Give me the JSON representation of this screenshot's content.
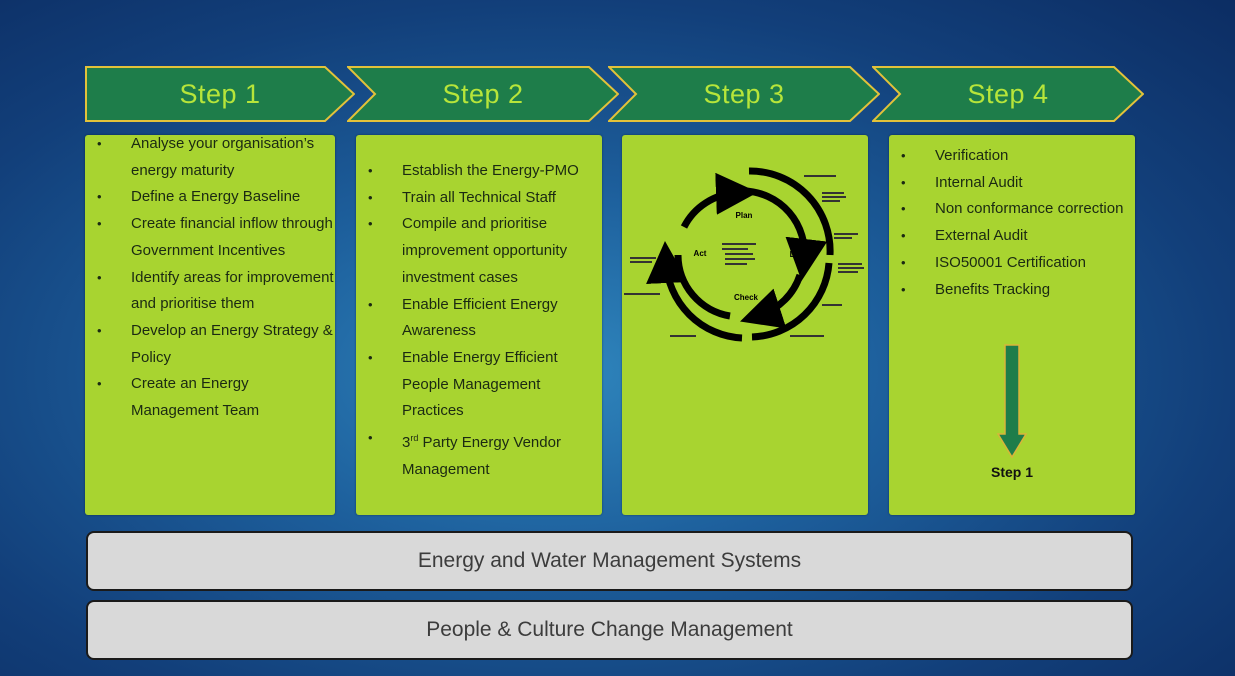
{
  "steps": [
    {
      "title": "Step 1",
      "items": [
        "Analyse your organisation’s energy maturity",
        "Define a Energy Baseline",
        "Create financial inflow through Government Incentives",
        "Identify areas for improvement and prioritise them",
        "Develop an Energy Strategy & Policy",
        "Create an Energy Management Team"
      ]
    },
    {
      "title": "Step 2",
      "items": [
        "Establish the Energy-PMO",
        "Train all Technical Staff",
        "Compile and prioritise improvement opportunity investment cases",
        "Enable Efficient Energy Awareness",
        "Enable Energy Efficient People Management Practices",
        "Management"
      ],
      "item6_sup_prefix": "3",
      "item6_sup": "rd",
      "item6_rest": " Party Energy Vendor"
    },
    {
      "title": "Step 3",
      "cycle": {
        "plan": "Plan",
        "do": "Do",
        "check": "Check",
        "act": "Act"
      }
    },
    {
      "title": "Step 4",
      "items": [
        "Verification",
        "Internal Audit",
        "Non conformance correction",
        "External Audit",
        "ISO50001 Certification",
        "Benefits Tracking"
      ],
      "arrow_label": "Step 1"
    }
  ],
  "bars": [
    "Energy and Water Management Systems",
    "People & Culture Change Management"
  ],
  "bullet": "•",
  "colors": {
    "chevron_fill": "#1e7d4a",
    "chevron_border": "#e3c23a",
    "panel": "#a8d430",
    "arrow": "#1e7d4a"
  }
}
